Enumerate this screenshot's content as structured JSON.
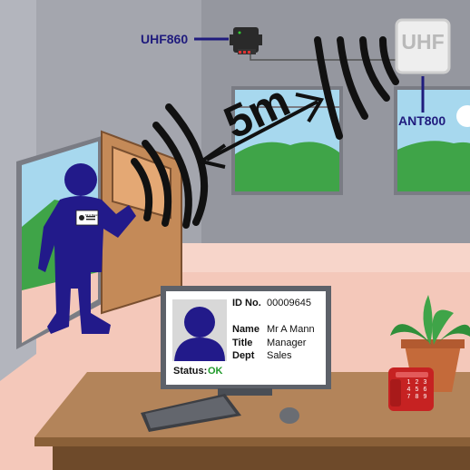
{
  "labels": {
    "reader": "UHF860",
    "antenna_face": "UHF",
    "antenna": "ANT800",
    "range": "5m"
  },
  "badge": {
    "text": "Mr A Mann"
  },
  "monitor": {
    "id_label": "ID No.",
    "id_value": "00009645",
    "name_label": "Name",
    "name_value": "Mr A Mann",
    "title_label": "Title",
    "title_value": "Manager",
    "dept_label": "Dept",
    "dept_value": "Sales",
    "status_label": "Status:",
    "status_value": "OK"
  },
  "keypad": [
    "1",
    "2",
    "3",
    "4",
    "5",
    "6",
    "7",
    "8",
    "9"
  ],
  "colors": {
    "label": "#1f1b7d",
    "person": "#221a8a",
    "status_ok": "#1f9a2a",
    "phone": "#c62222"
  }
}
